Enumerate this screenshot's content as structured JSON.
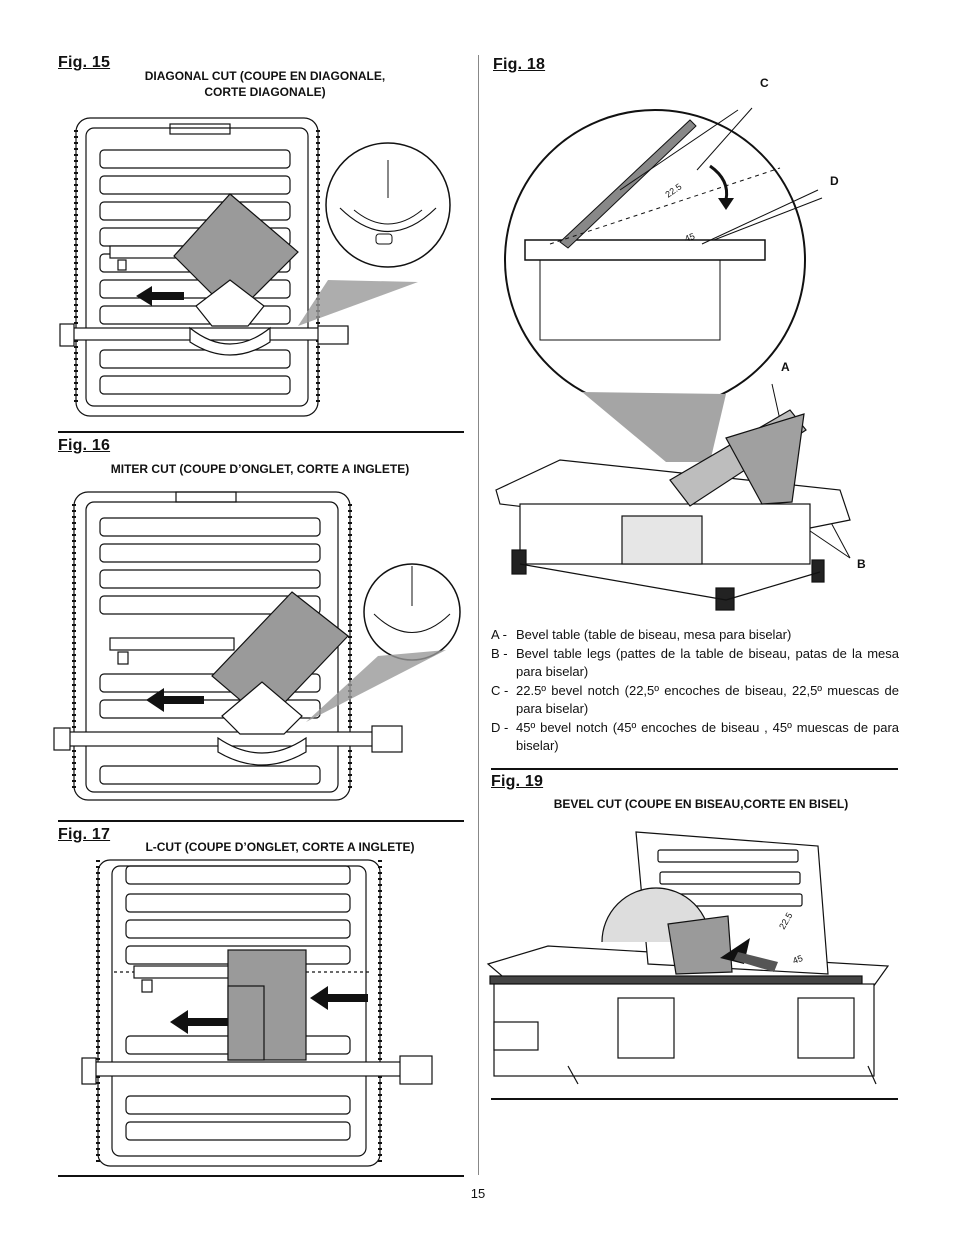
{
  "fig15": {
    "label": "Fig. 15",
    "caption_line1": "DIAGONAL CUT (COUPE EN DIAGONALE,",
    "caption_line2": "CORTE DIAGONALE)"
  },
  "fig16": {
    "label": "Fig. 16",
    "caption": "MITER CUT (COUPE D’ONGLET, CORTE A INGLETE)"
  },
  "fig17": {
    "label": "Fig. 17",
    "caption": "L-CUT (COUPE D’ONGLET, CORTE A INGLETE)"
  },
  "fig18": {
    "label": "Fig. 18",
    "callouts": {
      "a": "A",
      "b": "B",
      "c": "C",
      "d": "D"
    },
    "angle_marks": {
      "small": "22.5",
      "large": "45"
    },
    "legend": [
      {
        "key": "A -",
        "text": "Bevel table (table de biseau, mesa para biselar)"
      },
      {
        "key": "B -",
        "text": "Bevel table legs (pattes de la table de biseau, patas de la mesa para biselar)"
      },
      {
        "key": "C -",
        "text": "22.5º bevel notch (22,5º encoches de biseau, 22,5º muescas de para biselar)"
      },
      {
        "key": "D -",
        "text": "45º bevel notch (45º encoches de biseau , 45º muescas de para biselar)"
      }
    ]
  },
  "fig19": {
    "label": "Fig. 19",
    "caption": "BEVEL CUT (COUPE EN BISEAU,CORTE EN BISEL)",
    "angle_marks": {
      "small": "22.5",
      "large": "45"
    }
  },
  "page_number": "15"
}
